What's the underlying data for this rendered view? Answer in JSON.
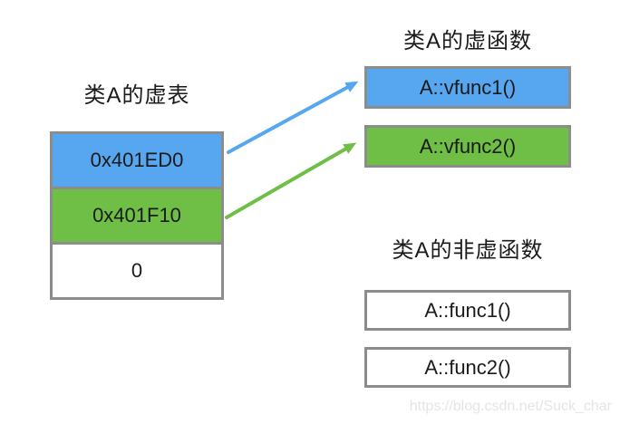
{
  "diagram": {
    "vtable": {
      "title": "类A的虚表",
      "rows": [
        {
          "value": "0x401ED0",
          "fill": "blue"
        },
        {
          "value": "0x401F10",
          "fill": "green"
        },
        {
          "value": "0",
          "fill": "white"
        }
      ]
    },
    "virtual_funcs": {
      "title": "类A的虚函数",
      "boxes": [
        {
          "label": "A::vfunc1()",
          "fill": "blue"
        },
        {
          "label": "A::vfunc2()",
          "fill": "green"
        }
      ]
    },
    "non_virtual_funcs": {
      "title": "类A的非虚函数",
      "boxes": [
        {
          "label": "A::func1()",
          "fill": "white"
        },
        {
          "label": "A::func2()",
          "fill": "white"
        }
      ]
    },
    "arrows": [
      {
        "name": "vtable-slot1-to-vfunc1",
        "color": "blue"
      },
      {
        "name": "vtable-slot2-to-vfunc2",
        "color": "green"
      }
    ],
    "watermark": "https://blog.csdn.net/Suck_char",
    "colors": {
      "blue": "#57A7F0",
      "green": "#6FBE45",
      "white": "#FFFFFF",
      "border": "#8C8C8C",
      "text": "#1A1A1A",
      "watermark": "#E5E5E5"
    }
  }
}
